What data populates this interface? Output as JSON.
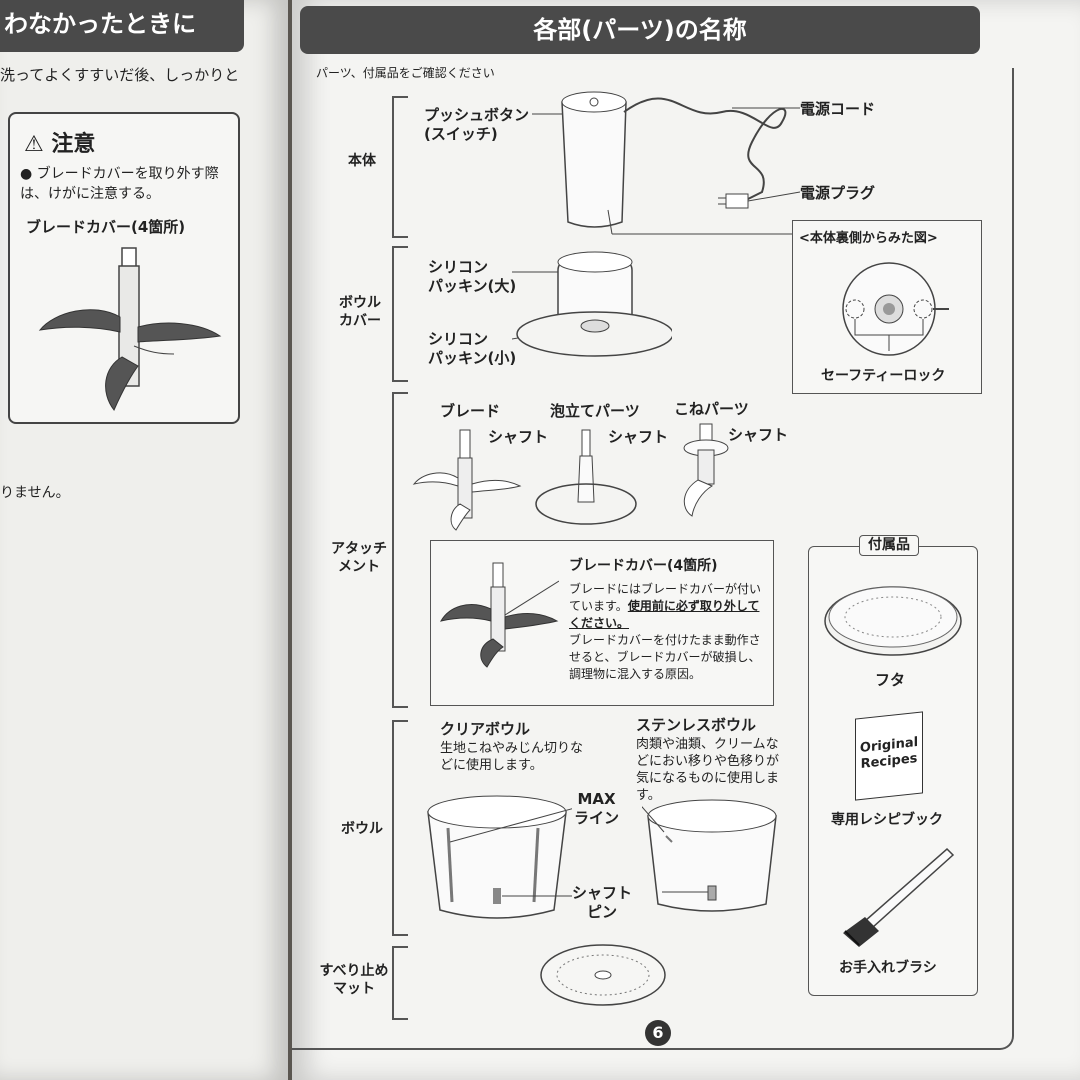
{
  "left_page": {
    "header": "わなかったときに",
    "text_line": "洗ってよくすすいだ後、しっかりと",
    "caution": {
      "title": "注意",
      "body": "ブレードカバーを取り外す際は、けがに注意する。",
      "sub_label": "ブレードカバー(4箇所)"
    },
    "note": "りません。"
  },
  "right_page": {
    "header": "各部(パーツ)の名称",
    "intro": "パーツ、付属品をご確認ください",
    "sections": {
      "body_unit": "本体",
      "bowl_cover": "ボウル\nカバー",
      "attachment": "アタッチ\nメント",
      "bowl": "ボウル",
      "mat": "すべり止め\nマット"
    },
    "body_labels": {
      "push_button": "プッシュボタン\n(スイッチ)",
      "power_cord": "電源コード",
      "power_plug": "電源プラグ",
      "back_view": "<本体裏側からみた図>",
      "safety_lock": "セーフティーロック"
    },
    "cover_labels": {
      "packing_large": "シリコン\nパッキン(大)",
      "packing_small": "シリコン\nパッキン(小)"
    },
    "attachments": {
      "blade": "ブレード",
      "whisk": "泡立てパーツ",
      "kneader": "こねパーツ",
      "shaft": "シャフト",
      "blade_cover_title": "ブレードカバー(4箇所)",
      "blade_cover_text1": "ブレードにはブレードカバーが付いています。",
      "blade_cover_text_bold": "使用前に必ず取り外してください。",
      "blade_cover_text2": "ブレードカバーを付けたまま動作させると、ブレードカバーが破損し、調理物に混入する原因。"
    },
    "bowls": {
      "clear_title": "クリアボウル",
      "clear_desc": "生地こねやみじん切りなどに使用します。",
      "steel_title": "ステンレスボウル",
      "steel_desc": "肉類や油類、クリームなどにおい移りや色移りが気になるものに使用します。",
      "max_line": "MAX\nライン",
      "shaft_pin": "シャフト\nピン"
    },
    "accessories": {
      "title": "付属品",
      "lid": "フタ",
      "recipe_book": "専用レシピブック",
      "recipe_cover": "Original\nRecipes",
      "brush": "お手入れブラシ"
    },
    "page_number": "6"
  }
}
